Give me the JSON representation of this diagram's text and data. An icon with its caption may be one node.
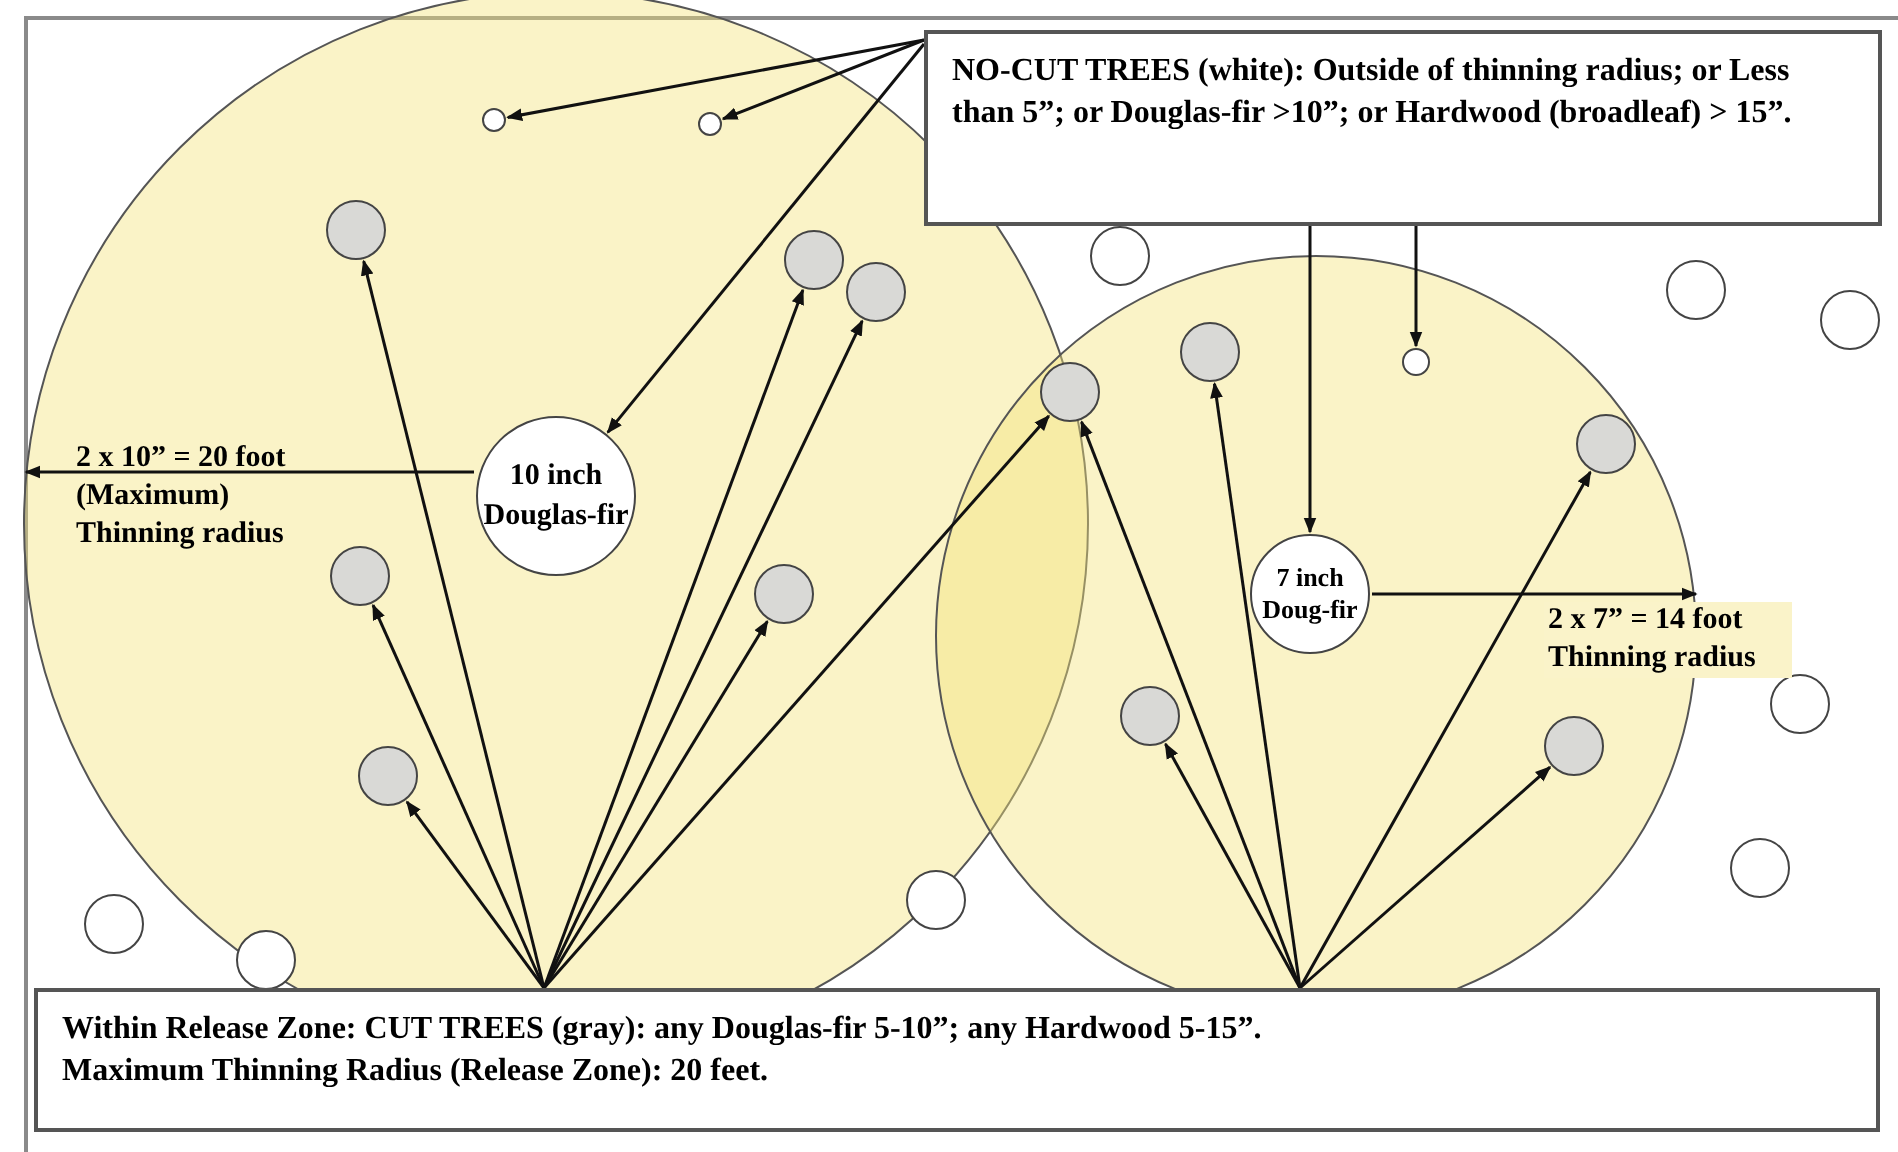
{
  "diagram": {
    "nodes": [
      {
        "text": [
          "NO-CUT TREES (white): Outside of thinning radius; or Less than 5”; or Douglas-fir >10”; or Hardwood (broadleaf) > 15”."
        ]
      },
      {
        "text": [],
        "shape": "circle"
      },
      {
        "text": [],
        "shape": "circle"
      },
      {
        "text": [],
        "shape": "circle"
      },
      {
        "text": [],
        "shape": "circle"
      },
      {
        "text": [],
        "shape": "circle"
      },
      {
        "text": [],
        "shape": "circle"
      },
      {
        "text": [],
        "shape": "circle"
      },
      {
        "text": [],
        "shape": "circle"
      },
      {
        "text": [],
        "shape": "circle"
      },
      {
        "text": [],
        "shape": "circle"
      },
      {
        "text": [],
        "shape": "circle"
      },
      {
        "text": [],
        "shape": "circle"
      },
      {
        "text": [
          "10 inch Douglas-fir"
        ]
      },
      {
        "text": [],
        "shape": "circle"
      },
      {
        "text": [],
        "shape": "circle"
      },
      {
        "text": [
          "7 inch Doug-fir"
        ]
      },
      {
        "text": [],
        "shape": "circle"
      },
      {
        "text": [],
        "shape": "circle"
      },
      {
        "text": [],
        "shape": "circle"
      },
      {
        "text": [],
        "shape": "circle"
      },
      {
        "text": [],
        "shape": "circle"
      },
      {
        "text": [],
        "shape": "circle"
      },
      {
        "text": [],
        "shape": "circle"
      },
      {
        "text": [],
        "shape": "circle"
      },
      {
        "text": [
          "Within Release Zone: CUT TREES (gray): any Douglas-fir 5-10”; any Hardwood 5-15”.",
          "Maximum Thinning Radius (Release Zone): 20 feet."
        ]
      }
    ],
    "edges": [
      {
        "from": 0,
        "to": 1,
        "arrow": "to"
      },
      {
        "from": 0,
        "to": 2,
        "arrow": "to"
      },
      {
        "from": 0,
        "to": 13,
        "arrow": "to"
      },
      {
        "from": 0,
        "to": 16,
        "arrow": "to"
      },
      {
        "from": 0,
        "to": 10,
        "arrow": "to"
      },
      {
        "from": 25,
        "to": 20,
        "arrow": "to"
      },
      {
        "from": 25,
        "to": 14,
        "arrow": "to"
      },
      {
        "from": 25,
        "to": 3,
        "arrow": "to"
      },
      {
        "from": 25,
        "to": 4,
        "arrow": "to"
      },
      {
        "from": 25,
        "to": 5,
        "arrow": "to"
      },
      {
        "from": 25,
        "to": 15,
        "arrow": "to"
      },
      {
        "from": 25,
        "to": 11,
        "arrow": "to"
      },
      {
        "from": 25,
        "to": 11,
        "arrow": "to"
      },
      {
        "from": 25,
        "to": 18,
        "arrow": "to"
      },
      {
        "from": 25,
        "to": 9,
        "arrow": "to"
      },
      {
        "from": 25,
        "to": 12,
        "arrow": "to"
      },
      {
        "from": 25,
        "to": 19,
        "arrow": "to"
      }
    ],
    "labels": [
      "2 x 10” = 20 foot (Maximum) Thinning radius",
      "2 x 7” = 14 foot Thinning radius"
    ]
  }
}
